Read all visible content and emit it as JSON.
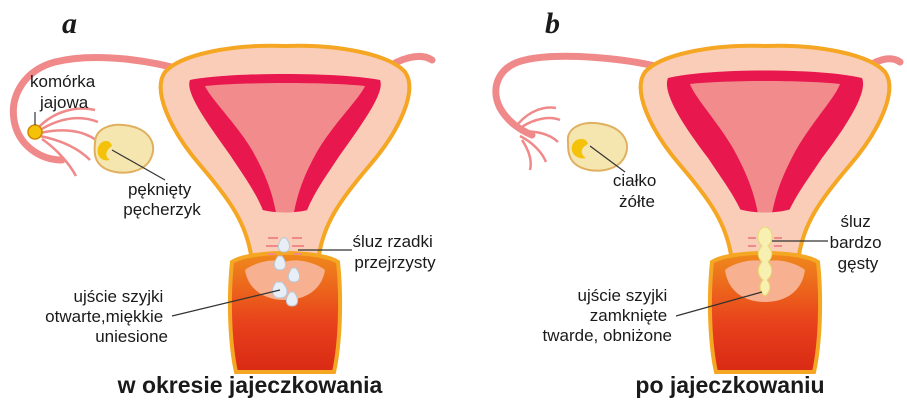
{
  "panels": [
    {
      "letter": "a",
      "caption": "w okresie jajeczkowania",
      "labels": {
        "egg": [
          "komórka",
          "jajowa"
        ],
        "follicle": [
          "pęknięty",
          "pęcherzyk"
        ],
        "mucus": [
          "śluz rzadki",
          "przejrzysty"
        ],
        "cervix": [
          "ujście szyjki",
          "otwarte,miękkie",
          "uniesione"
        ]
      }
    },
    {
      "letter": "b",
      "caption": "po jajeczkowaniu",
      "labels": {
        "corpus": [
          "ciałko",
          "żółte"
        ],
        "mucus": [
          "śluz",
          "bardzo",
          "gęsty"
        ],
        "cervix": [
          "ujście szyjki",
          "zamknięte",
          "twarde, obniżone"
        ]
      }
    }
  ],
  "colors": {
    "outline": "#f5a623",
    "tissue": "#f9cdb8",
    "endometrium": "#e8174e",
    "cavity": "#f28b8b",
    "vagina": "#e8401c",
    "follicle": "#f5e6b0",
    "yolk": "#f5c20a"
  }
}
